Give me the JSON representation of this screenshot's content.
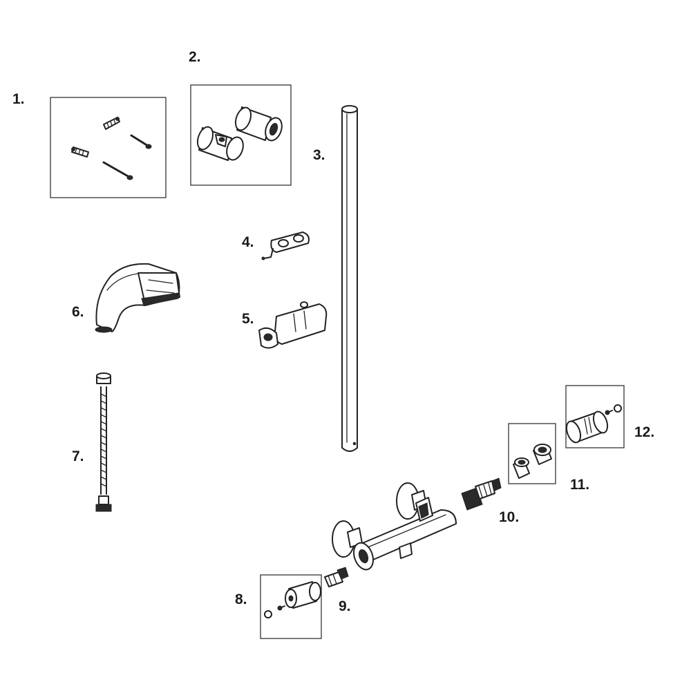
{
  "parts": [
    {
      "id": "wall-plugs-screws",
      "label": "1."
    },
    {
      "id": "rail-end-brackets",
      "label": "2."
    },
    {
      "id": "slide-rail",
      "label": "3."
    },
    {
      "id": "hose-retaining-ring",
      "label": "4."
    },
    {
      "id": "handset-holder-slider",
      "label": "5."
    },
    {
      "id": "hand-shower",
      "label": "6."
    },
    {
      "id": "shower-hose",
      "label": "7."
    },
    {
      "id": "control-knob-left",
      "label": "8."
    },
    {
      "id": "cartridge-small",
      "label": "9."
    },
    {
      "id": "thermostatic-cartridge",
      "label": "10."
    },
    {
      "id": "adapter-nuts",
      "label": "11."
    },
    {
      "id": "temperature-knob",
      "label": "12."
    }
  ],
  "colors": {
    "line": "#222222",
    "background": "#ffffff"
  }
}
